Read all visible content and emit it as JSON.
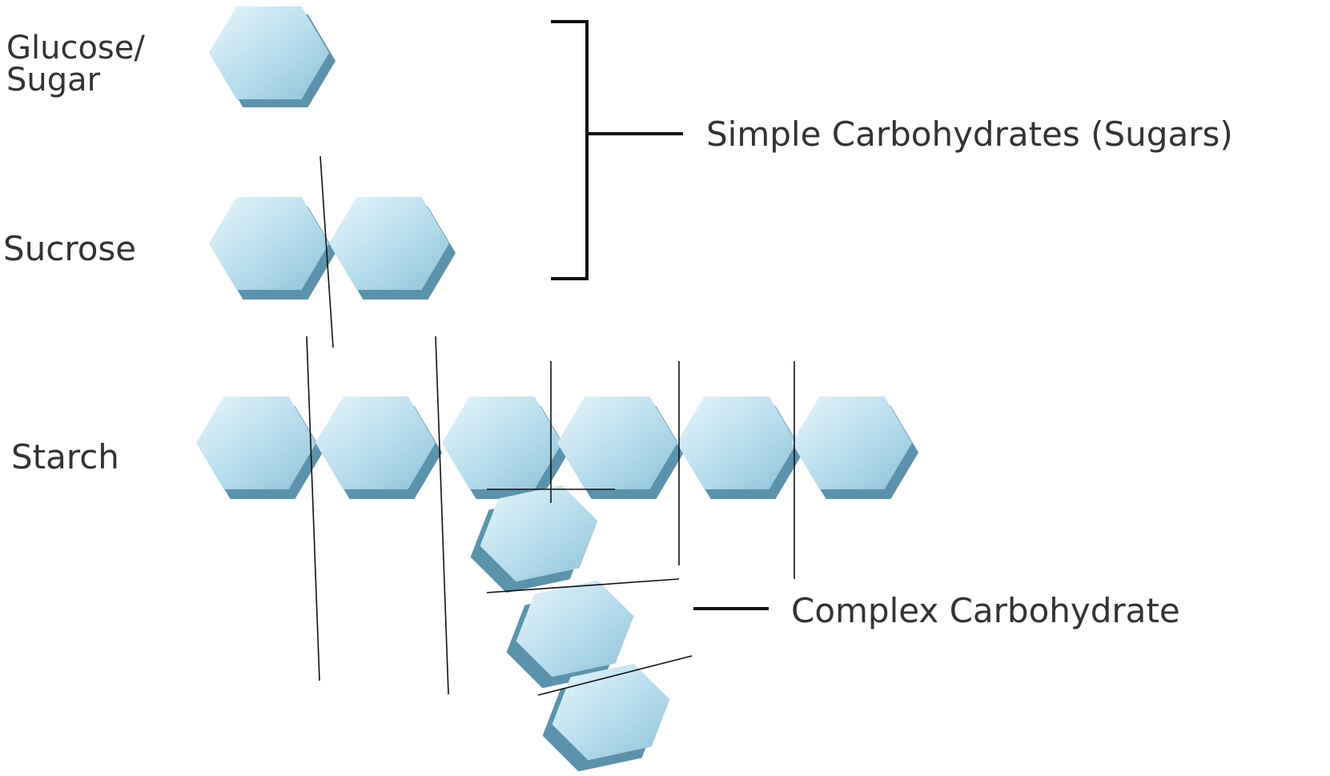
{
  "labels": {
    "glucose_line1": "Glucose/",
    "glucose_line2": "Sugar",
    "sucrose": "Sucrose",
    "starch": "Starch",
    "simple": "Simple Carbohydrates (Sugars)",
    "complex": "Complex Carbohydrate"
  },
  "molecules": {
    "glucose_units": 1,
    "sucrose_units": 2,
    "starch_chain_units": 6,
    "starch_branch_units": 3
  },
  "colors": {
    "hex_light": "#e8f6fc",
    "hex_mid": "#b6dcec",
    "hex_dark": "#8fc2d8",
    "hex_shadow": "#5b93ac",
    "ink": "#111111",
    "text": "#333333"
  }
}
